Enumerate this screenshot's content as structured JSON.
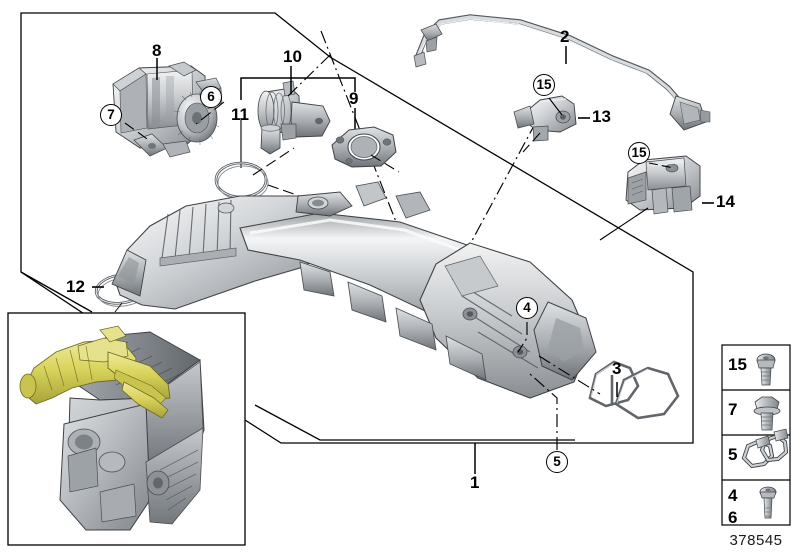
{
  "diagram": {
    "title": "Intake manifold system exploded parts diagram",
    "part_number": "378545",
    "callouts": [
      {
        "id": "c1",
        "text": "1",
        "style": "plain",
        "meaning": "intake-manifold-assembly"
      },
      {
        "id": "c2",
        "text": "2",
        "style": "plain",
        "meaning": "sensor-cable-lead"
      },
      {
        "id": "c3",
        "text": "3",
        "style": "plain",
        "meaning": "manifold-gasket"
      },
      {
        "id": "c4",
        "text": "4",
        "style": "circled",
        "meaning": "bolt-callout"
      },
      {
        "id": "c5",
        "text": "5",
        "style": "circled",
        "meaning": "clamp-callout"
      },
      {
        "id": "c6",
        "text": "6",
        "style": "circled",
        "meaning": "bolt-callout"
      },
      {
        "id": "c7",
        "text": "7",
        "style": "circled",
        "meaning": "hex-bolt-callout"
      },
      {
        "id": "c8",
        "text": "8",
        "style": "plain",
        "meaning": "actuator-motor"
      },
      {
        "id": "c9",
        "text": "9",
        "style": "plain",
        "meaning": "flange-gasket"
      },
      {
        "id": "c10",
        "text": "10",
        "style": "plain",
        "meaning": "control-valve"
      },
      {
        "id": "c11",
        "text": "11",
        "style": "plain",
        "meaning": "valve-assembly-group"
      },
      {
        "id": "c12",
        "text": "12",
        "style": "plain",
        "meaning": "o-ring-seal"
      },
      {
        "id": "c13",
        "text": "13",
        "style": "plain",
        "meaning": "position-sensor"
      },
      {
        "id": "c14",
        "text": "14",
        "style": "plain",
        "meaning": "sensor-bracket"
      },
      {
        "id": "c15a",
        "text": "15",
        "style": "circled",
        "meaning": "screw-callout-sensor"
      },
      {
        "id": "c15b",
        "text": "15",
        "style": "circled",
        "meaning": "screw-callout-bracket"
      }
    ],
    "legend": {
      "rows": [
        {
          "number": "15",
          "hardware": "button-head-screw"
        },
        {
          "number": "7",
          "hardware": "hex-flange-bolt"
        },
        {
          "number": "5",
          "hardware": "hose-clamp-pair"
        },
        {
          "number": "4",
          "number2": "6",
          "hardware": "long-shoulder-bolt"
        }
      ]
    },
    "inset": {
      "caption": "",
      "highlight_color": "#d8d35a",
      "subject": "engine-block-with-highlighted-intake-manifold"
    },
    "colors": {
      "line": "#000000",
      "metal_light": "#e8e8e8",
      "metal_mid": "#b6b8bb",
      "metal_dark": "#7e8286",
      "highlight": "#d4cf5c",
      "background": "#ffffff"
    }
  }
}
